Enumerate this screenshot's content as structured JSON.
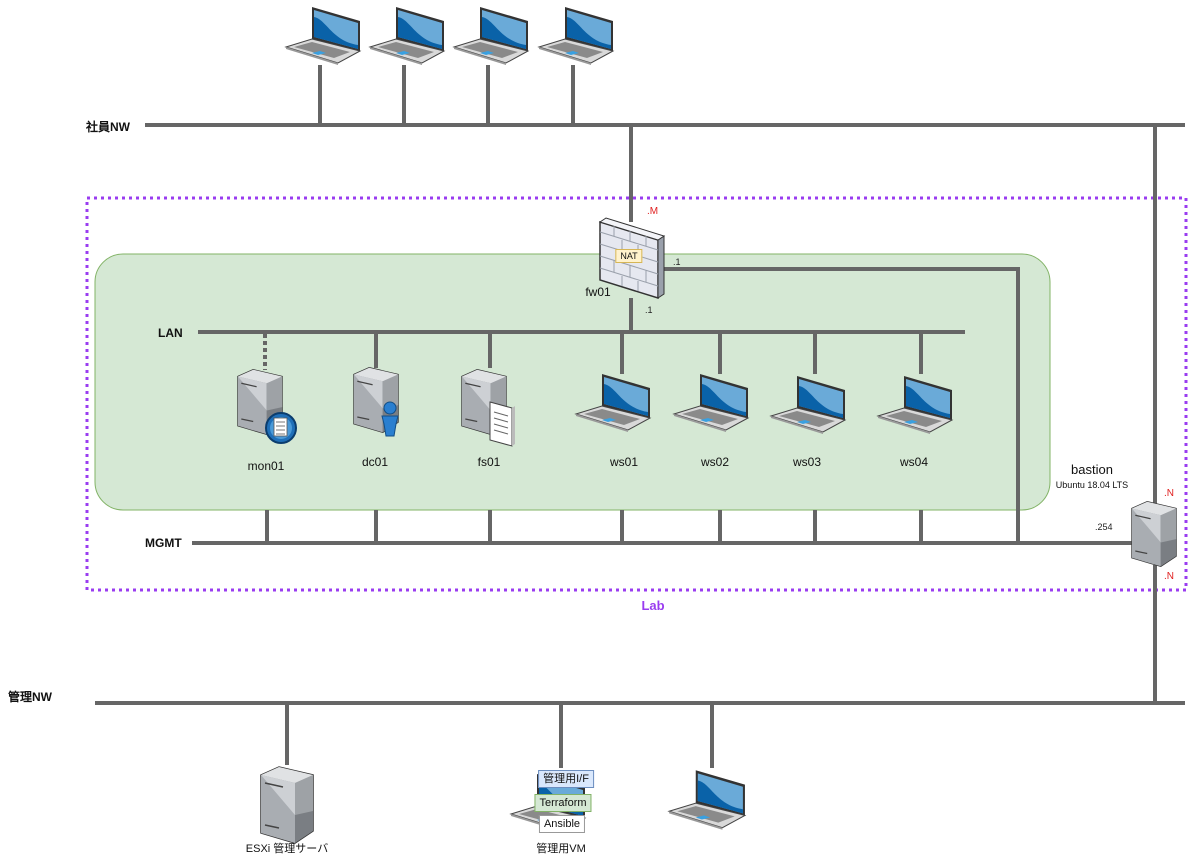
{
  "colors": {
    "wire": "#666666",
    "lab_border": "#9a3cf0",
    "lan_zone_fill": "#d5e8d4",
    "lan_zone_border": "#82b366",
    "ip_red": "#e02020"
  },
  "networks": {
    "corporate": {
      "label": "社員NW"
    },
    "management": {
      "label": "管理NW"
    },
    "lan": {
      "label": "LAN"
    },
    "mgmt": {
      "label": "MGMT"
    }
  },
  "lab": {
    "label": "Lab"
  },
  "firewall": {
    "name": "fw01",
    "badge": "NAT",
    "ip_upstream": ".M",
    "ip_lan": ".1",
    "ip_mgmt": ".1"
  },
  "bastion": {
    "name": "bastion",
    "os": "Ubuntu 18.04 LTS",
    "ip_mgmt": ".254",
    "ip_top": ".N",
    "ip_bottom": ".N"
  },
  "lan_nodes": [
    {
      "name": "mon01",
      "type": "server-web",
      "link": "dashed"
    },
    {
      "name": "dc01",
      "type": "server-user",
      "link": "solid"
    },
    {
      "name": "fs01",
      "type": "server-file",
      "link": "solid"
    },
    {
      "name": "ws01",
      "type": "laptop",
      "link": "solid"
    },
    {
      "name": "ws02",
      "type": "laptop",
      "link": "solid"
    },
    {
      "name": "ws03",
      "type": "laptop",
      "link": "solid"
    },
    {
      "name": "ws04",
      "type": "laptop",
      "link": "solid"
    }
  ],
  "corporate_clients": [
    {
      "type": "laptop"
    },
    {
      "type": "laptop"
    },
    {
      "type": "laptop"
    },
    {
      "type": "laptop"
    }
  ],
  "management_nodes": {
    "esxi": {
      "name": "ESXi 管理サーバ"
    },
    "vm": {
      "name": "管理用VM",
      "tags": [
        "管理用I/F",
        "Terraform",
        "Ansible"
      ]
    },
    "client": {
      "type": "laptop"
    }
  }
}
